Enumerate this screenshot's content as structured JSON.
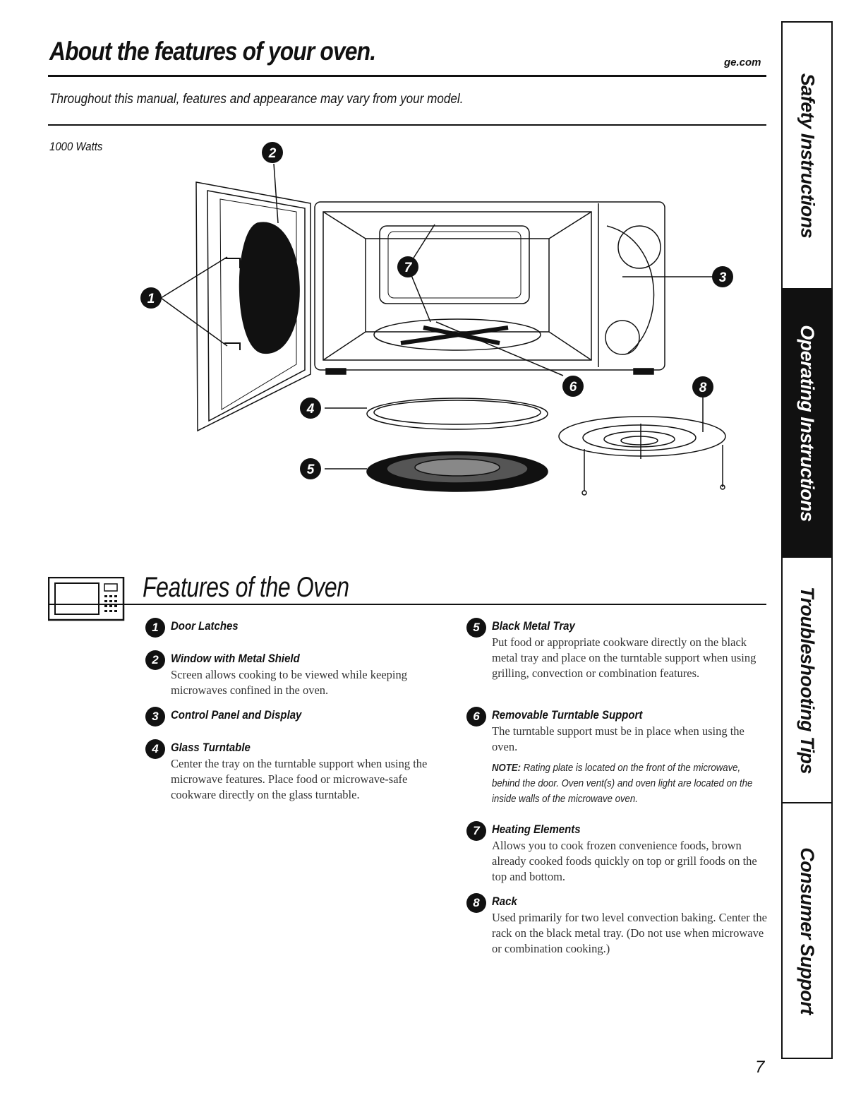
{
  "header": {
    "title": "About the features of your oven.",
    "site": "ge.com",
    "subtitle": "Throughout this manual, features and appearance may vary from your model.",
    "wattage": "1000 Watts"
  },
  "diagram": {
    "callouts": [
      "1",
      "2",
      "3",
      "4",
      "5",
      "6",
      "7",
      "8"
    ]
  },
  "section": {
    "title": "Features of the Oven"
  },
  "features": [
    {
      "num": "1",
      "title": "Door Latches",
      "desc": ""
    },
    {
      "num": "2",
      "title": "Window with Metal Shield",
      "desc": "Screen allows cooking to be viewed while keeping microwaves confined in the oven."
    },
    {
      "num": "3",
      "title": "Control Panel and Display",
      "desc": ""
    },
    {
      "num": "4",
      "title": "Glass Turntable",
      "desc": "Center the tray on the turntable support when using the microwave features. Place food or microwave-safe cookware directly on the glass turntable."
    },
    {
      "num": "5",
      "title": "Black Metal Tray",
      "desc": "Put food or appropriate cookware directly on the black metal tray and place on the turntable support when using grilling, convection or combination features."
    },
    {
      "num": "6",
      "title": "Removable Turntable Support",
      "desc": "The turntable support must be in place when using the oven."
    },
    {
      "num": "7",
      "title": "Heating Elements",
      "desc": "Allows you to cook frozen convenience foods, brown already cooked foods quickly on top or grill foods on the top and bottom."
    },
    {
      "num": "8",
      "title": "Rack",
      "desc": "Used primarily for two level convection baking. Center the rack on the black metal tray. (Do not use when microwave or combination cooking.)"
    }
  ],
  "note": {
    "label": "NOTE:",
    "text": "Rating plate is located on the front of the microwave, behind the door. Oven vent(s) and oven light are located on the inside walls of the microwave oven."
  },
  "side_tabs": [
    {
      "label": "Safety Instructions",
      "active": false
    },
    {
      "label": "Operating Instructions",
      "active": true
    },
    {
      "label": "Troubleshooting Tips",
      "active": false
    },
    {
      "label": "Consumer Support",
      "active": false
    }
  ],
  "page_number": "7"
}
